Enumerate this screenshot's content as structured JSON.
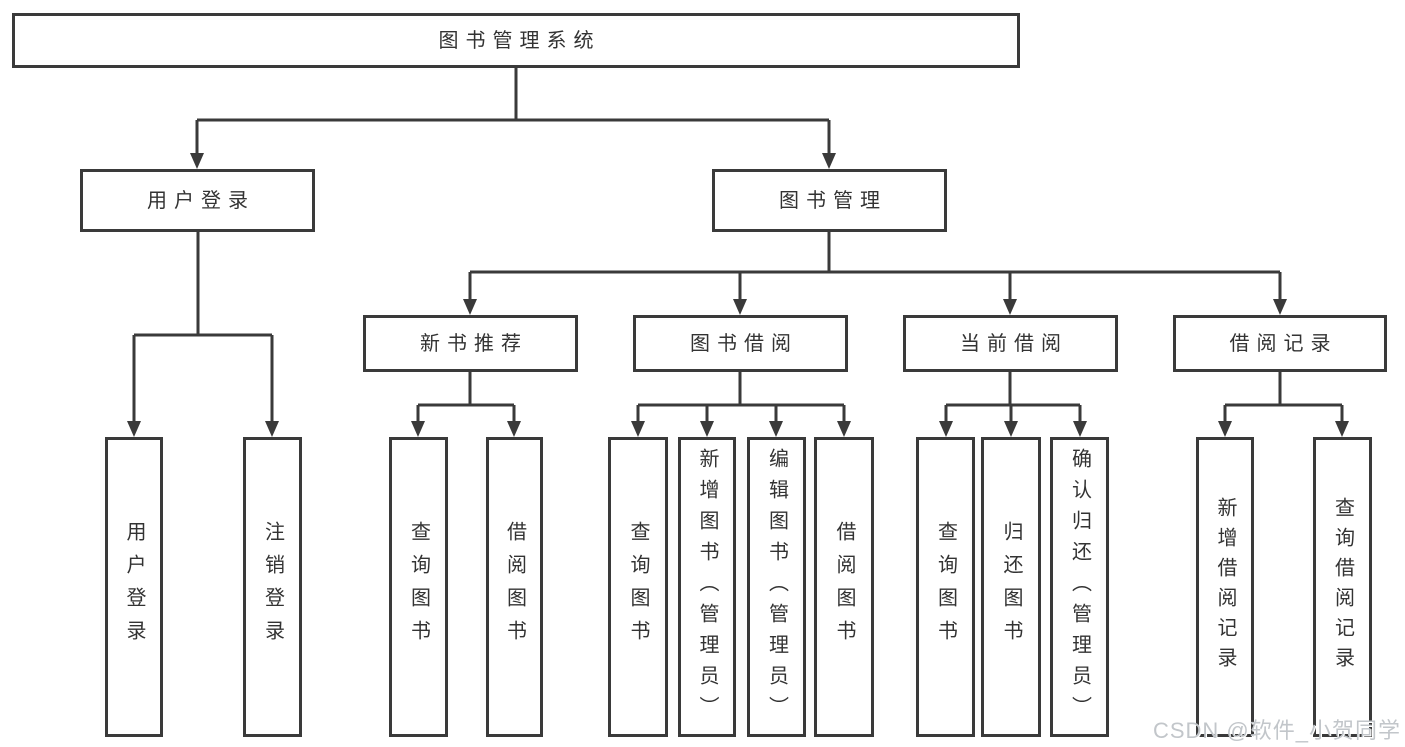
{
  "tree": {
    "label": "图书管理系统",
    "children": [
      {
        "label": "用户登录",
        "children": [
          "用户登录",
          "注销登录"
        ]
      },
      {
        "label": "图书管理",
        "children": [
          {
            "label": "新书推荐",
            "children": [
              "查询图书",
              "借阅图书"
            ]
          },
          {
            "label": "图书借阅",
            "children": [
              "查询图书",
              "新增图书（管理员）",
              "编辑图书（管理员）",
              "借阅图书"
            ]
          },
          {
            "label": "当前借阅",
            "children": [
              "查询图书",
              "归还图书",
              "确认归还（管理员）"
            ]
          },
          {
            "label": "借阅记录",
            "children": [
              "新增借阅记录",
              "查询借阅记录"
            ]
          }
        ]
      }
    ]
  },
  "watermark": "CSDN @软件_小贺同学",
  "colors": {
    "line": "#3a3a3a",
    "text": "#333333",
    "background": "#ffffff",
    "watermark": "#c2c6ca"
  }
}
